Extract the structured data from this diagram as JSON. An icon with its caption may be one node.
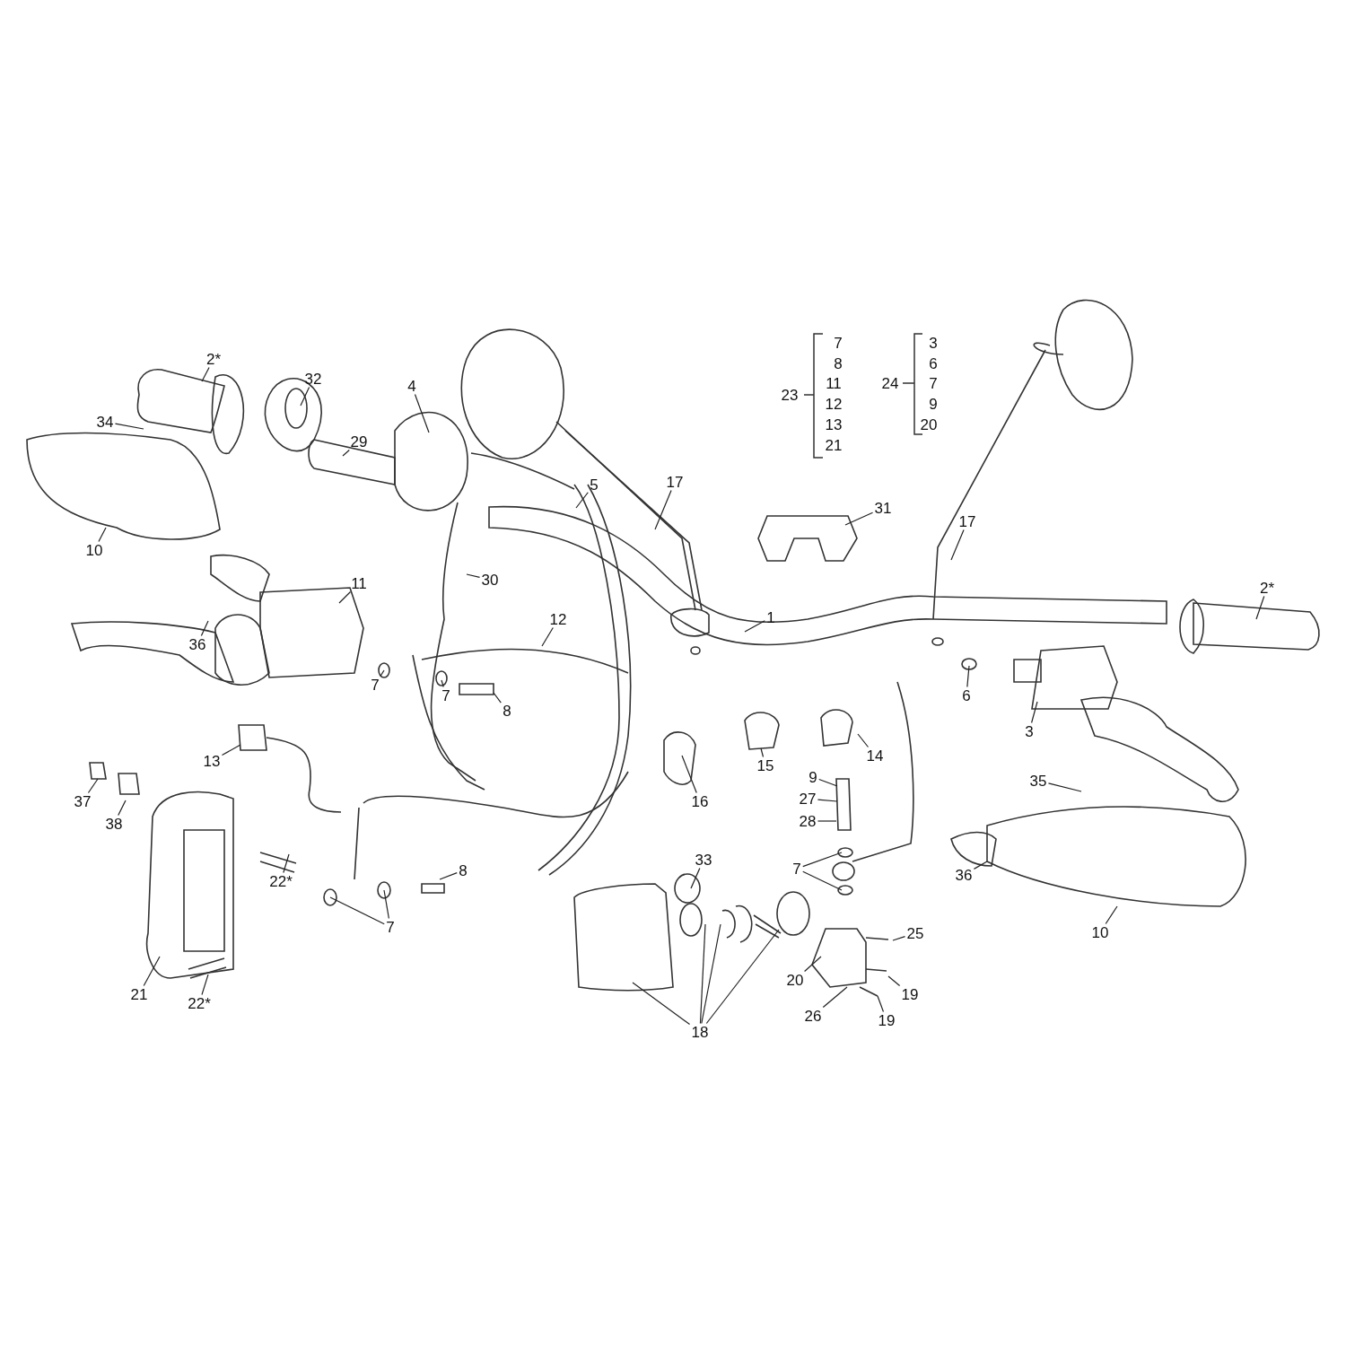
{
  "diagram": {
    "nodes": [
      {
        "text": [
          "2*"
        ]
      },
      {
        "text": [
          "32"
        ]
      },
      {
        "text": [
          "4"
        ]
      },
      {
        "text": [
          "34"
        ]
      },
      {
        "text": [
          "29"
        ]
      },
      {
        "text": [
          "5"
        ]
      },
      {
        "text": [
          "17"
        ]
      },
      {
        "text": [
          "31"
        ]
      },
      {
        "text": [
          "17"
        ]
      },
      {
        "text": [
          "10"
        ]
      },
      {
        "text": [
          "30"
        ]
      },
      {
        "text": [
          "11"
        ]
      },
      {
        "text": [
          "36"
        ]
      },
      {
        "text": [
          "1"
        ]
      },
      {
        "text": [
          "2*"
        ]
      },
      {
        "text": [
          "12"
        ]
      },
      {
        "text": [
          "7"
        ]
      },
      {
        "text": [
          "7"
        ]
      },
      {
        "text": [
          "8"
        ]
      },
      {
        "text": [
          "6"
        ]
      },
      {
        "text": [
          "3"
        ]
      },
      {
        "text": [
          "13"
        ]
      },
      {
        "text": [
          "14"
        ]
      },
      {
        "text": [
          "15"
        ]
      },
      {
        "text": [
          "16"
        ]
      },
      {
        "text": [
          "35"
        ]
      },
      {
        "text": [
          "9"
        ]
      },
      {
        "text": [
          "37"
        ]
      },
      {
        "text": [
          "27"
        ]
      },
      {
        "text": [
          "38"
        ]
      },
      {
        "text": [
          "28"
        ]
      },
      {
        "text": [
          "33"
        ]
      },
      {
        "text": [
          "7"
        ]
      },
      {
        "text": [
          "8"
        ]
      },
      {
        "text": [
          "36"
        ]
      },
      {
        "text": [
          "22*"
        ]
      },
      {
        "text": [
          "7"
        ]
      },
      {
        "text": [
          "10"
        ]
      },
      {
        "text": [
          "25"
        ]
      },
      {
        "text": [
          "20"
        ]
      },
      {
        "text": [
          "21"
        ]
      },
      {
        "text": [
          "19"
        ]
      },
      {
        "text": [
          "22*"
        ]
      },
      {
        "text": [
          "26"
        ]
      },
      {
        "text": [
          "19"
        ]
      },
      {
        "text": [
          "18"
        ]
      }
    ],
    "edges": [
      {
        "from": 0,
        "to": null,
        "arrow": "none"
      },
      {
        "from": 1,
        "to": null,
        "arrow": "none"
      },
      {
        "from": 2,
        "to": null,
        "arrow": "none"
      },
      {
        "from": 3,
        "to": null,
        "arrow": "none"
      },
      {
        "from": 4,
        "to": null,
        "arrow": "none"
      },
      {
        "from": 5,
        "to": null,
        "arrow": "none"
      },
      {
        "from": 6,
        "to": null,
        "arrow": "none"
      },
      {
        "from": 7,
        "to": null,
        "arrow": "none"
      },
      {
        "from": 8,
        "to": null,
        "arrow": "none"
      },
      {
        "from": 9,
        "to": null,
        "arrow": "none"
      },
      {
        "from": 10,
        "to": null,
        "arrow": "none"
      },
      {
        "from": 11,
        "to": null,
        "arrow": "none"
      },
      {
        "from": 12,
        "to": null,
        "arrow": "none"
      },
      {
        "from": 13,
        "to": null,
        "arrow": "none"
      },
      {
        "from": 14,
        "to": null,
        "arrow": "none"
      },
      {
        "from": 15,
        "to": null,
        "arrow": "none"
      },
      {
        "from": 16,
        "to": null,
        "arrow": "none"
      },
      {
        "from": 17,
        "to": null,
        "arrow": "none"
      },
      {
        "from": 18,
        "to": null,
        "arrow": "none"
      },
      {
        "from": 19,
        "to": null,
        "arrow": "none"
      },
      {
        "from": 20,
        "to": null,
        "arrow": "none"
      },
      {
        "from": 21,
        "to": null,
        "arrow": "none"
      },
      {
        "from": 22,
        "to": null,
        "arrow": "none"
      },
      {
        "from": 23,
        "to": null,
        "arrow": "none"
      },
      {
        "from": 24,
        "to": null,
        "arrow": "none"
      },
      {
        "from": 25,
        "to": null,
        "arrow": "none"
      },
      {
        "from": 26,
        "to": null,
        "arrow": "none"
      },
      {
        "from": 27,
        "to": null,
        "arrow": "none"
      },
      {
        "from": 28,
        "to": null,
        "arrow": "none"
      },
      {
        "from": 29,
        "to": null,
        "arrow": "none"
      },
      {
        "from": 30,
        "to": null,
        "arrow": "none"
      },
      {
        "from": 31,
        "to": null,
        "arrow": "none"
      },
      {
        "from": 32,
        "to": null,
        "arrow": "none"
      },
      {
        "from": 32,
        "to": null,
        "arrow": "none"
      },
      {
        "from": 33,
        "to": null,
        "arrow": "none"
      },
      {
        "from": 34,
        "to": null,
        "arrow": "none"
      },
      {
        "from": 35,
        "to": null,
        "arrow": "none"
      },
      {
        "from": 36,
        "to": null,
        "arrow": "none"
      },
      {
        "from": 36,
        "to": null,
        "arrow": "none"
      },
      {
        "from": 37,
        "to": null,
        "arrow": "none"
      },
      {
        "from": 38,
        "to": null,
        "arrow": "none"
      },
      {
        "from": 39,
        "to": null,
        "arrow": "none"
      },
      {
        "from": 40,
        "to": null,
        "arrow": "none"
      },
      {
        "from": 41,
        "to": null,
        "arrow": "none"
      },
      {
        "from": 42,
        "to": null,
        "arrow": "none"
      },
      {
        "from": 43,
        "to": null,
        "arrow": "none"
      },
      {
        "from": 44,
        "to": null,
        "arrow": "none"
      },
      {
        "from": 45,
        "to": null,
        "arrow": "none"
      },
      {
        "from": 45,
        "to": null,
        "arrow": "none"
      },
      {
        "from": 45,
        "to": null,
        "arrow": "none"
      },
      {
        "from": 45,
        "to": null,
        "arrow": "none"
      }
    ],
    "labels": [
      "23",
      "7",
      "8",
      "11",
      "12",
      "13",
      "21",
      "24",
      "3",
      "6",
      "7",
      "9",
      "20"
    ]
  }
}
